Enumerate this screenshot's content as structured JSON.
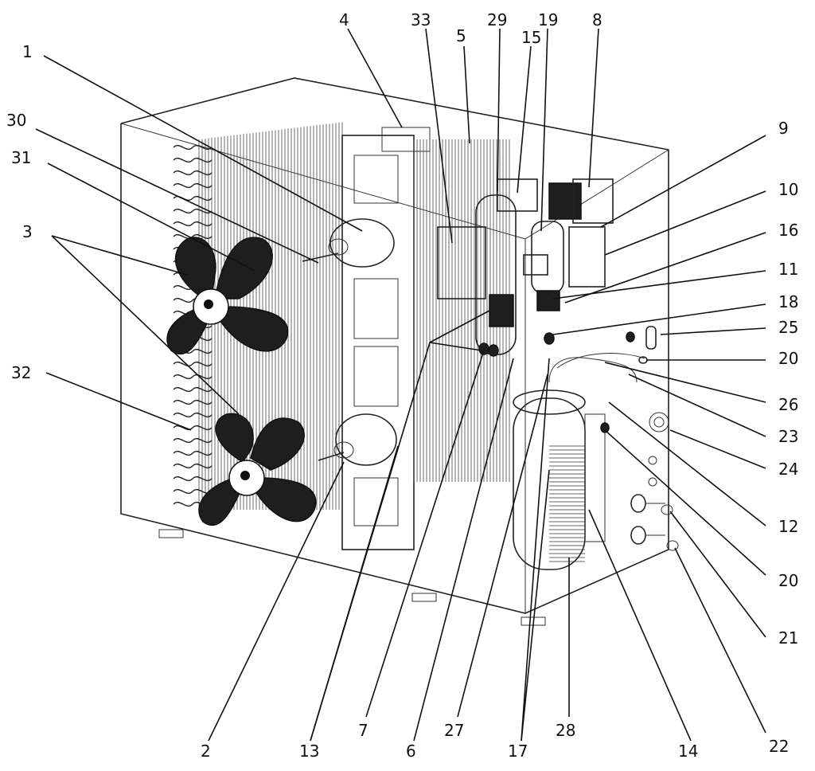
{
  "callouts": [
    {
      "id": "1",
      "text": "1"
    },
    {
      "id": "4",
      "text": "4"
    },
    {
      "id": "33",
      "text": "33"
    },
    {
      "id": "5",
      "text": "5"
    },
    {
      "id": "29",
      "text": "29"
    },
    {
      "id": "19",
      "text": "19"
    },
    {
      "id": "15",
      "text": "15"
    },
    {
      "id": "8",
      "text": "8"
    },
    {
      "id": "30",
      "text": "30"
    },
    {
      "id": "31",
      "text": "31"
    },
    {
      "id": "3",
      "text": "3"
    },
    {
      "id": "32",
      "text": "32"
    },
    {
      "id": "9",
      "text": "9"
    },
    {
      "id": "10",
      "text": "10"
    },
    {
      "id": "16",
      "text": "16"
    },
    {
      "id": "11",
      "text": "11"
    },
    {
      "id": "18",
      "text": "18"
    },
    {
      "id": "25",
      "text": "25"
    },
    {
      "id": "20a",
      "text": "20"
    },
    {
      "id": "26",
      "text": "26"
    },
    {
      "id": "23",
      "text": "23"
    },
    {
      "id": "24",
      "text": "24"
    },
    {
      "id": "12",
      "text": "12"
    },
    {
      "id": "20b",
      "text": "20"
    },
    {
      "id": "21",
      "text": "21"
    },
    {
      "id": "22",
      "text": "22"
    },
    {
      "id": "2",
      "text": "2"
    },
    {
      "id": "13",
      "text": "13"
    },
    {
      "id": "7",
      "text": "7"
    },
    {
      "id": "6",
      "text": "6"
    },
    {
      "id": "27",
      "text": "27"
    },
    {
      "id": "17",
      "text": "17"
    },
    {
      "id": "28",
      "text": "28"
    },
    {
      "id": "14",
      "text": "14"
    }
  ]
}
